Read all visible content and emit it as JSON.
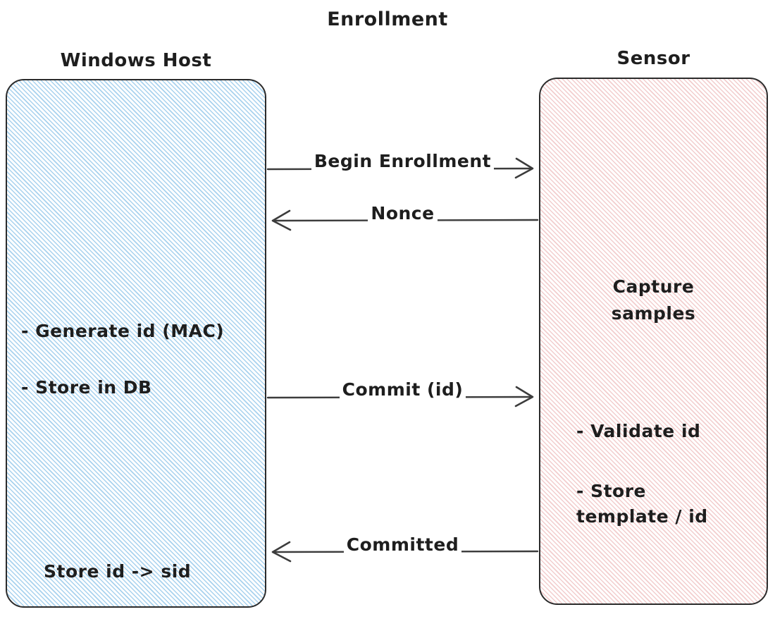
{
  "diagram": {
    "title": "Enrollment",
    "type": "sequence-diagram",
    "background_color": "#ffffff"
  },
  "lanes": [
    {
      "id": "windows-host",
      "title": "Windows Host",
      "fill_color": "#e3f2fb",
      "hatch_color": "#9ecdec",
      "border_color": "#2b2b2b",
      "notes": [
        "- Generate id (MAC)",
        "- Store in DB",
        "Store id -> sid"
      ]
    },
    {
      "id": "sensor",
      "title": "Sensor",
      "fill_color": "#fbeced",
      "hatch_color": "#f0c7c7",
      "border_color": "#2b2b2b",
      "notes": [
        "Capture\nsamples",
        "- Validate id",
        "- Store\ntemplate / id"
      ]
    }
  ],
  "messages": [
    {
      "id": "begin-enrollment",
      "label": "Begin Enrollment",
      "direction": "right",
      "from": "windows-host",
      "to": "sensor"
    },
    {
      "id": "nonce",
      "label": "Nonce",
      "direction": "left",
      "from": "sensor",
      "to": "windows-host"
    },
    {
      "id": "commit-id",
      "label": "Commit (id)",
      "direction": "right",
      "from": "windows-host",
      "to": "sensor"
    },
    {
      "id": "committed",
      "label": "Committed",
      "direction": "left",
      "from": "sensor",
      "to": "windows-host"
    }
  ]
}
